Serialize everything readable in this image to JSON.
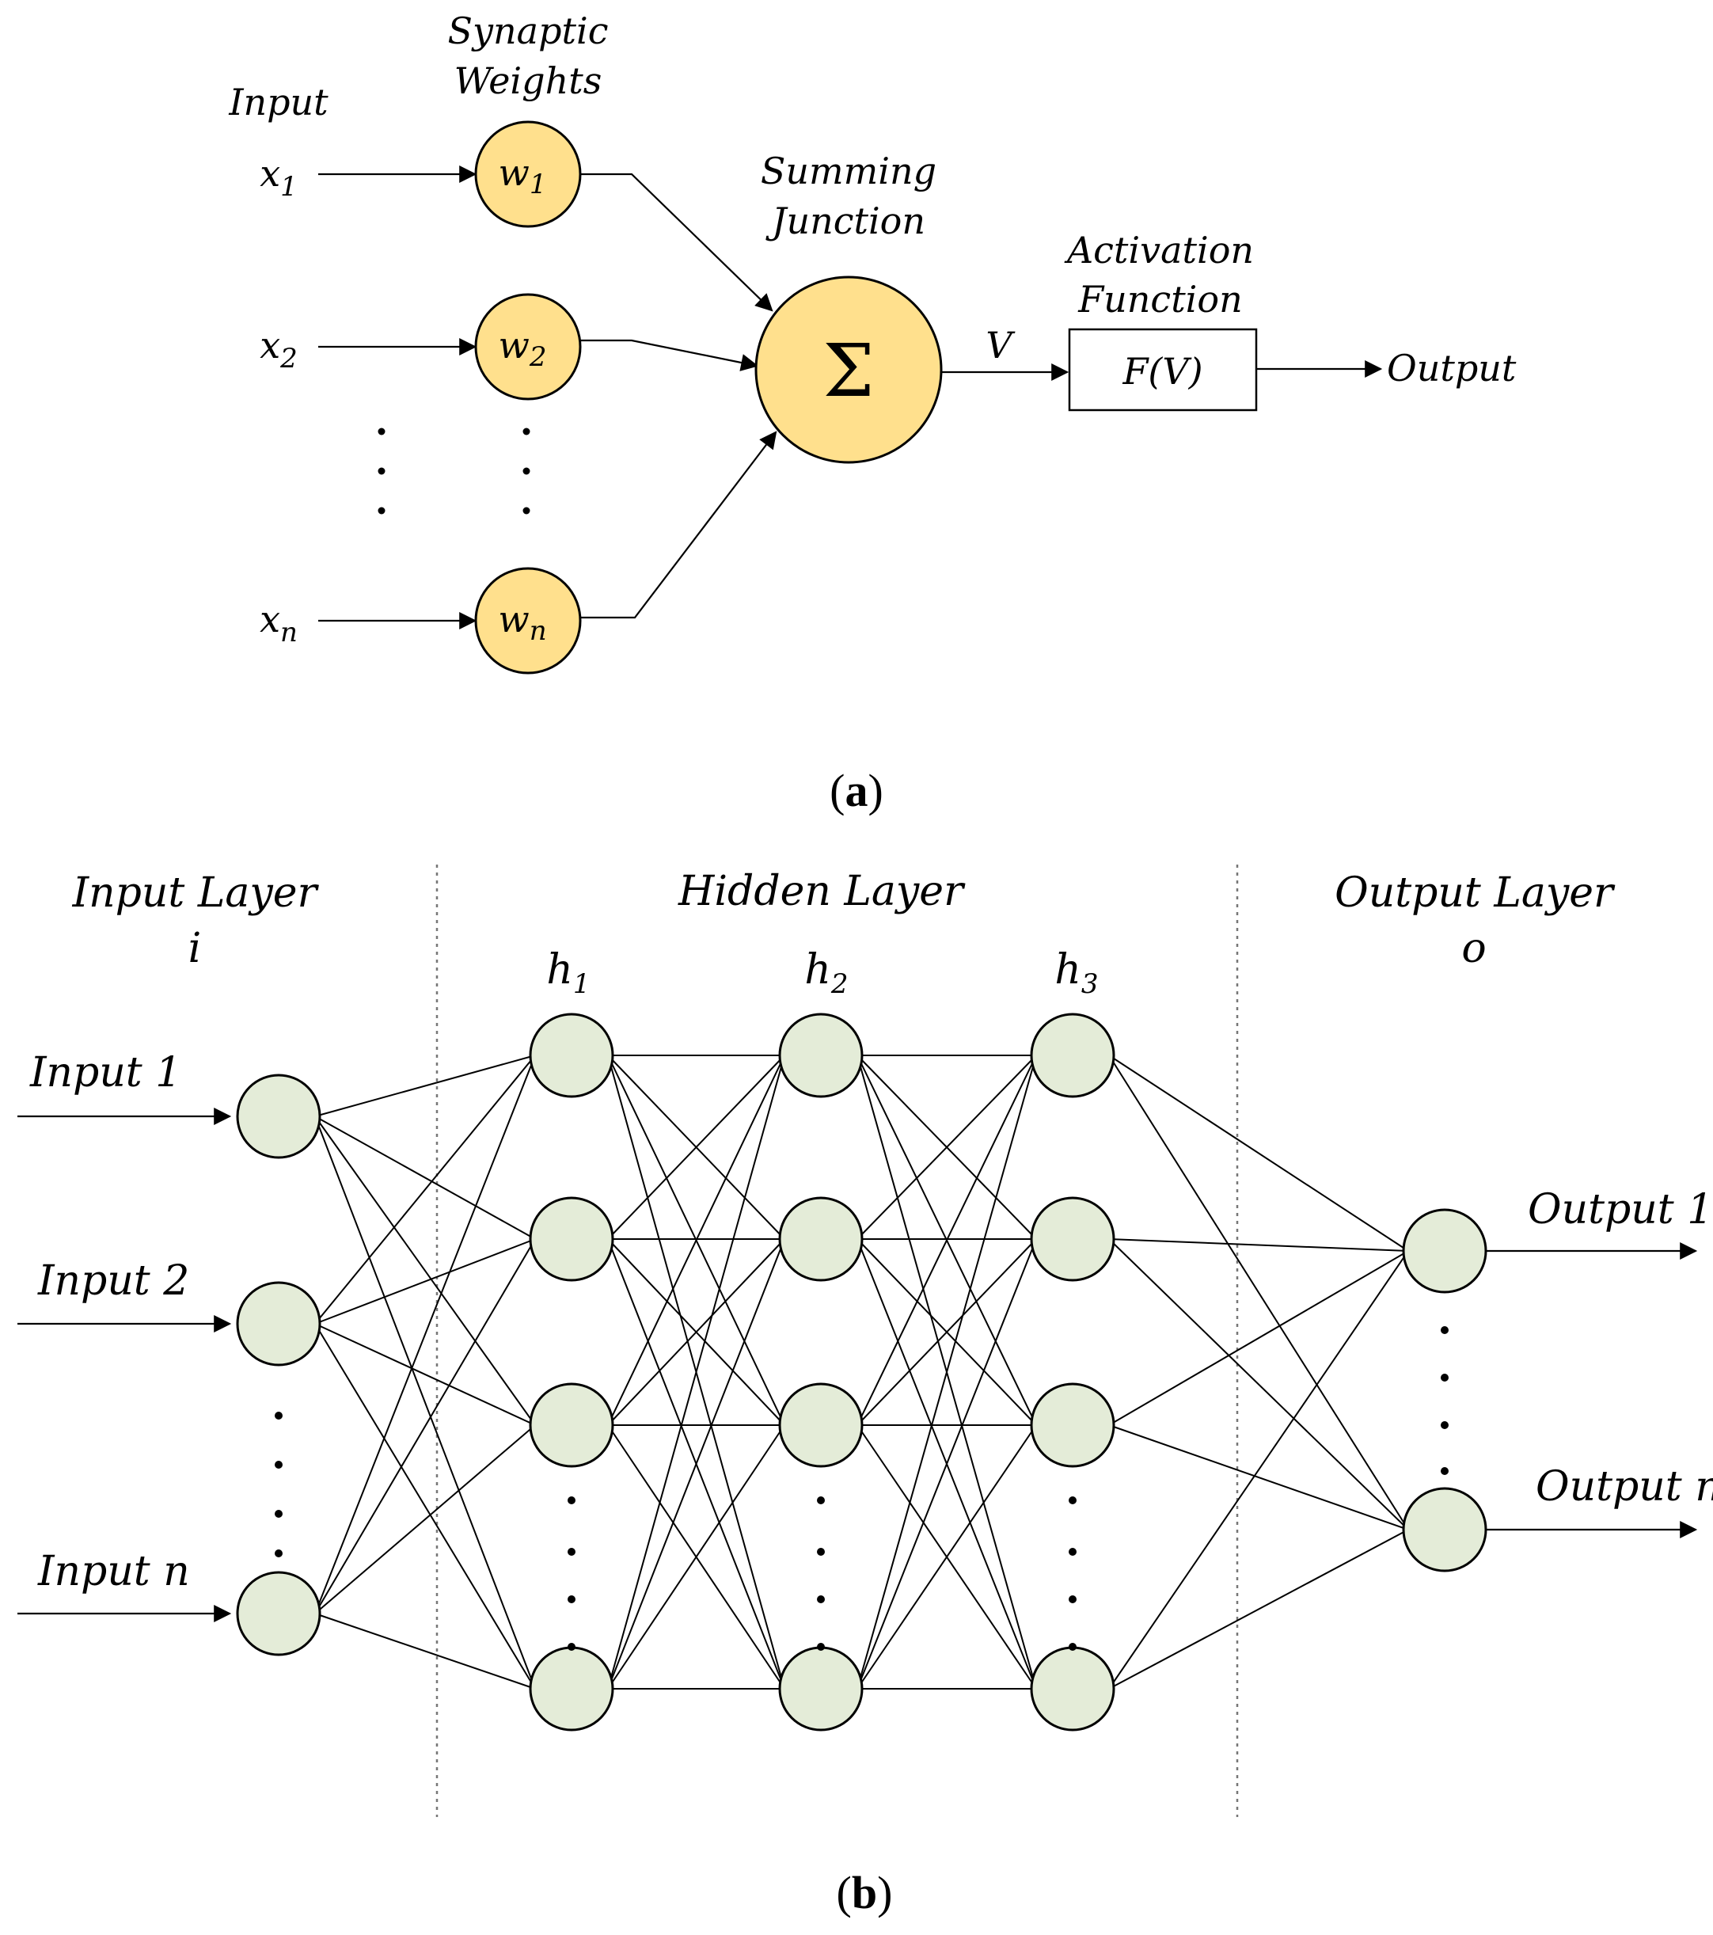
{
  "panel_a": {
    "caption_open": "(",
    "caption_letter": "a",
    "caption_close": ")",
    "input_header": "Input",
    "weights_header_line1": "Synaptic",
    "weights_header_line2": "Weights",
    "summing_line1": "Summing",
    "summing_line2": "Junction",
    "activation_line1": "Activation",
    "activation_line2": "Function",
    "sigma": "Σ",
    "v_label": "V",
    "activation_box": "F(V)",
    "output_label": "Output",
    "inputs": [
      {
        "base": "x",
        "sub": "1"
      },
      {
        "base": "x",
        "sub": "2"
      },
      {
        "base": "x",
        "sub": "n"
      }
    ],
    "weights": [
      {
        "base": "w",
        "sub": "1"
      },
      {
        "base": "w",
        "sub": "2"
      },
      {
        "base": "w",
        "sub": "n"
      }
    ]
  },
  "panel_b": {
    "caption_open": "(",
    "caption_letter": "b",
    "caption_close": ")",
    "input_layer_title": "Input Layer",
    "input_layer_symbol": "i",
    "hidden_layer_title": "Hidden Layer",
    "output_layer_title": "Output Layer",
    "output_layer_symbol": "o",
    "hidden_labels": [
      {
        "base": "h",
        "sub": "1"
      },
      {
        "base": "h",
        "sub": "2"
      },
      {
        "base": "h",
        "sub": "3"
      }
    ],
    "input_labels": [
      "Input 1",
      "Input 2",
      "Input n"
    ],
    "output_labels": [
      "Output 1",
      "Output n"
    ]
  },
  "colors": {
    "panel_a_neuron_fill": "#ffe08d",
    "panel_b_neuron_fill": "#e4ecd8",
    "separator": "#777777"
  }
}
